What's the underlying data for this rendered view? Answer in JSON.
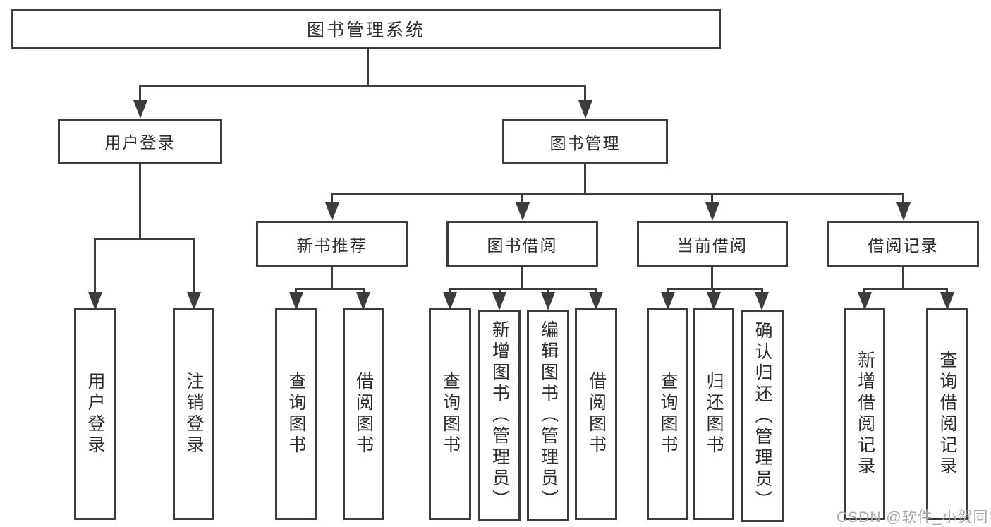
{
  "diagram": {
    "title": "图书管理系统",
    "level2": [
      {
        "label": "用户登录"
      },
      {
        "label": "图书管理"
      }
    ],
    "level3": [
      {
        "label": "新书推荐"
      },
      {
        "label": "图书借阅"
      },
      {
        "label": "当前借阅"
      },
      {
        "label": "借阅记录"
      }
    ],
    "leaf_groups": [
      {
        "items": [
          {
            "label": "用户登录"
          },
          {
            "label": "注销登录"
          }
        ]
      },
      {
        "items": [
          {
            "label": "查询图书"
          },
          {
            "label": "借阅图书"
          }
        ]
      },
      {
        "items": [
          {
            "label": "查询图书"
          },
          {
            "label": "新增图书（管理员）"
          },
          {
            "label": "编辑图书（管理员）"
          },
          {
            "label": "借阅图书"
          }
        ]
      },
      {
        "items": [
          {
            "label": "查询图书"
          },
          {
            "label": "归还图书"
          },
          {
            "label": "确认归还（管理员）"
          }
        ]
      },
      {
        "items": [
          {
            "label": "新增借阅记录"
          },
          {
            "label": "查询借阅记录"
          }
        ]
      }
    ],
    "watermark": "CSDN @软件_小贺同学",
    "colors": {
      "line": "#3c3c3c",
      "text": "#2d2d2d",
      "watermark": "#a8a8a8",
      "background": "#ffffff"
    }
  }
}
